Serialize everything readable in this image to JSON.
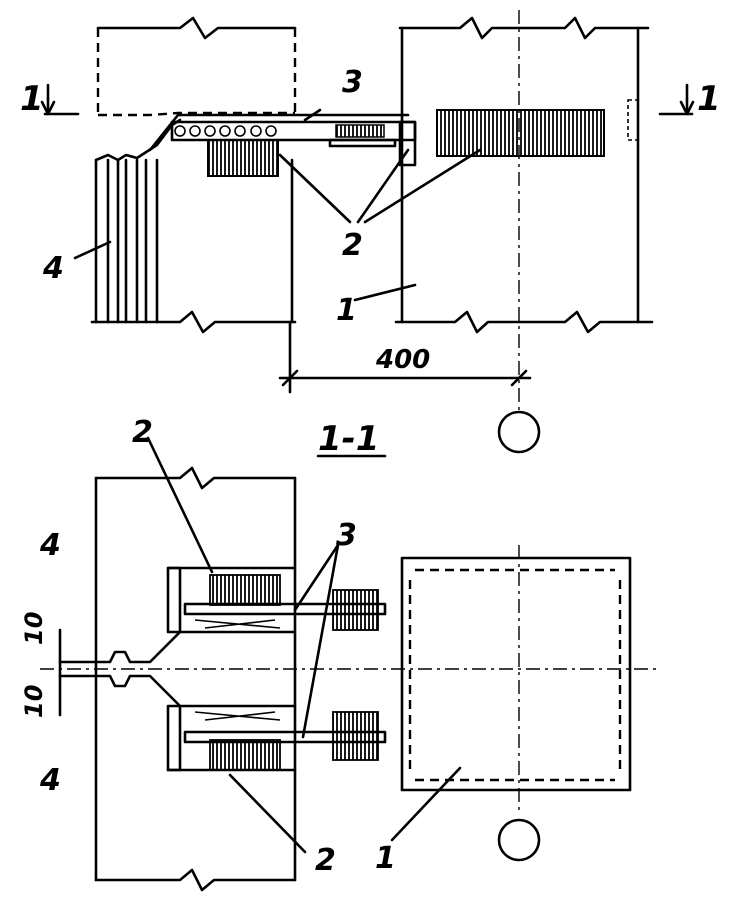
{
  "labels": {
    "section_marker_left": "1",
    "section_marker_right": "1",
    "part_1": "1",
    "part_2": "2",
    "part_3": "3",
    "part_4": "4",
    "dimension_400": "400",
    "section_title": "1-1",
    "dim_10_upper": "10",
    "dim_10_lower": "10"
  },
  "icons": {
    "section_arrow": "section-arrow-icon",
    "axis_bubble": "axis-bubble-icon"
  },
  "colors": {
    "ink": "#000000",
    "paper": "#ffffff"
  }
}
